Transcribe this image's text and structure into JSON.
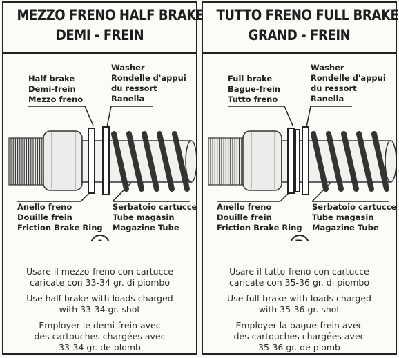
{
  "panels": [
    {
      "id": "A",
      "title": [
        "MEZZO FRENO    HALF BRAKE",
        "DEMI - FREIN"
      ],
      "upper_left_label": [
        "Half brake",
        "Demi-frein",
        "Mezzo freno"
      ],
      "upper_right_label": [
        "Washer",
        "Rondelle d'appui",
        "du ressort",
        "Ranella"
      ],
      "lower_left_label": [
        "Anello freno",
        "Douille frein",
        "Friction Brake Ring"
      ],
      "lower_right_label": [
        "Serbatoio cartucce",
        "Tube magasin",
        "Magazine Tube"
      ],
      "letter": "A",
      "captions": [
        [
          "Usare il mezzo-freno con cartucce",
          "caricate con 33-34 gr. di piombo"
        ],
        [
          "Use half-brake with loads charged",
          "with 33-34 gr. shot"
        ],
        [
          "Employer le demi-frein avec",
          "des cartouches chargées avec",
          "33-34 gr. de plomb"
        ]
      ]
    },
    {
      "id": "B",
      "title": [
        "TUTTO FRENO    FULL BRAKE",
        "GRAND - FREIN"
      ],
      "upper_left_label": [
        "Full brake",
        "Bague-frein",
        "Tutto freno"
      ],
      "upper_right_label": [
        "Washer",
        "Rondelle d'appui",
        "du ressort",
        "Ranella"
      ],
      "lower_left_label": [
        "Anello freno",
        "Douille frein",
        "Friction Brake Ring"
      ],
      "lower_right_label": [
        "Serbatoio cartucce",
        "Tube magasin",
        "Magazine Tube"
      ],
      "letter": "B",
      "captions": [
        [
          "Usare il tutto-freno con cartucce",
          "caricate con 35-36 gr. di piombo"
        ],
        [
          "Use full-brake with loads charged",
          "with 35-36 gr. shot"
        ],
        [
          "Employer la bague-frein avec",
          "des cartouches chargées avec",
          "35-36 gr. de plomb"
        ]
      ]
    }
  ]
}
